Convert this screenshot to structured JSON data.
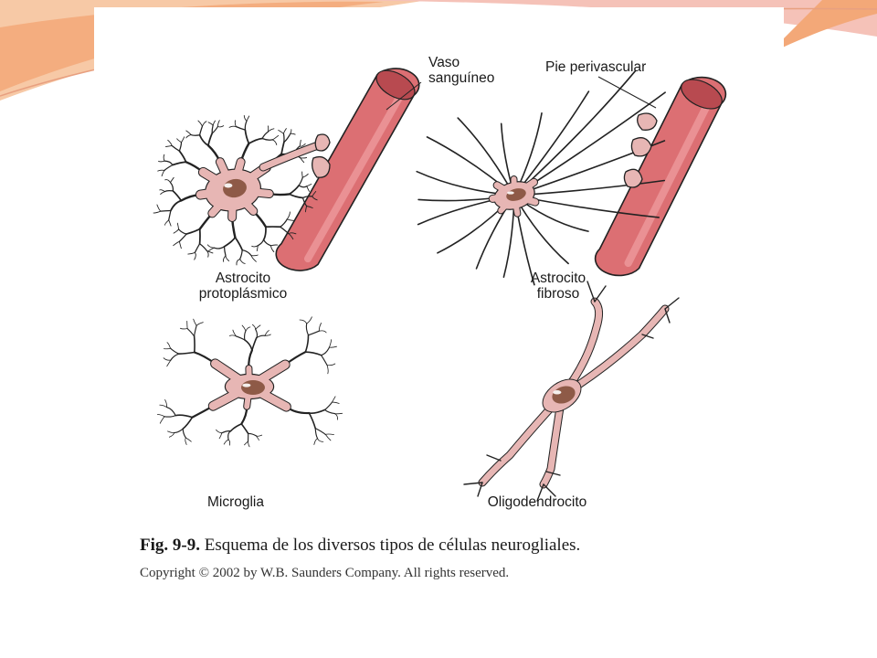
{
  "colors": {
    "vessel_fill": "#dc6f73",
    "vessel_edge": "#b84a50",
    "cell_fill": "#e7b6b4",
    "nucleus": "#8e5a47",
    "process": "#222222",
    "deco_orange": "#f0a070",
    "deco_pink": "#f2b8b4"
  },
  "labels": {
    "vaso_line1": "Vaso",
    "vaso_line2": "sanguíneo",
    "pie": "Pie perivascular",
    "astro_proto_line1": "Astrocito",
    "astro_proto_line2": "protoplásmico",
    "astro_fib_line1": "Astrocito",
    "astro_fib_line2": "fibroso",
    "microglia": "Microglia",
    "oligo": "Oligodendrocito"
  },
  "caption": {
    "fig_number": "Fig. 9-9.",
    "text": " Esquema de los diversos tipos de células neurogliales."
  },
  "copyright": "Copyright © 2002 by W.B. Saunders Company. All rights reserved."
}
